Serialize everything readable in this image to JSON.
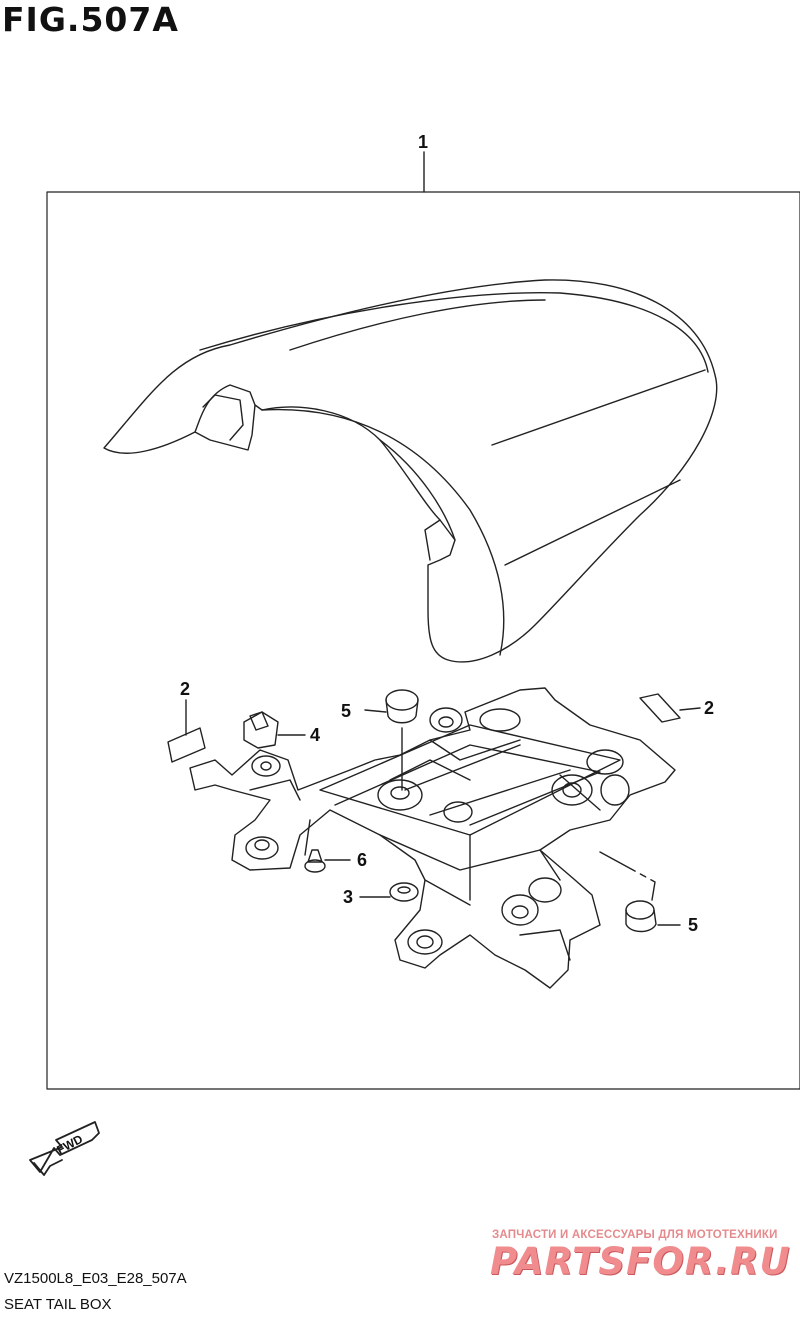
{
  "figure": {
    "title": "FIG.507A",
    "model_code": "VZ1500L8_E03_E28_507A",
    "description": "SEAT TAIL BOX"
  },
  "callouts": [
    {
      "id": "callout-1",
      "label": "1"
    },
    {
      "id": "callout-2-left",
      "label": "2"
    },
    {
      "id": "callout-2-right",
      "label": "2"
    },
    {
      "id": "callout-3",
      "label": "3"
    },
    {
      "id": "callout-4",
      "label": "4"
    },
    {
      "id": "callout-5-top",
      "label": "5"
    },
    {
      "id": "callout-5-bottom",
      "label": "5"
    },
    {
      "id": "callout-6",
      "label": "6"
    }
  ],
  "direction_badge": {
    "label": "FWD"
  },
  "watermark": {
    "tagline": "ЗАПЧАСТИ И АКСЕССУАРЫ ДЛЯ МОТОТЕХНИКИ",
    "logo": "PARTSFOR.RU"
  },
  "colors": {
    "line": "#222222",
    "watermark": "#f08b8e"
  }
}
